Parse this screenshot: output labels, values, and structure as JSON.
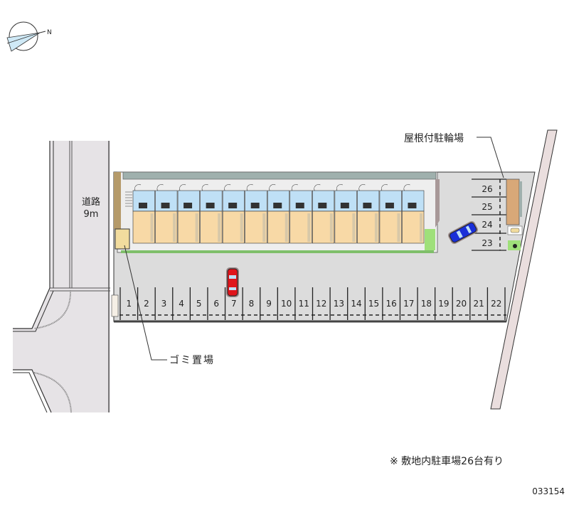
{
  "compass": {
    "north_label": "N"
  },
  "road": {
    "label": "道路",
    "width": "9m"
  },
  "labels": {
    "bike_shed": "屋根付駐輪場",
    "garbage": "ゴミ置場"
  },
  "building": {
    "unit_count": 13
  },
  "parking": {
    "bottom_row": [
      "1",
      "2",
      "3",
      "4",
      "5",
      "6",
      "7",
      "8",
      "9",
      "10",
      "11",
      "12",
      "13",
      "14",
      "15",
      "16",
      "17",
      "18",
      "19",
      "20",
      "21",
      "22"
    ],
    "right_column": [
      "26",
      "25",
      "24",
      "23"
    ]
  },
  "footer": {
    "note": "※ 敷地内駐車場26台有り",
    "id": "033154"
  },
  "colors": {
    "lot": "#dcdcdc",
    "road": "#e6e3e6",
    "unit_room": "#f8d9a6",
    "unit_wet": "#bfe0f6",
    "green": "#9fe07a",
    "car_red": "#e0141b",
    "car_blue": "#1a2fd8"
  }
}
